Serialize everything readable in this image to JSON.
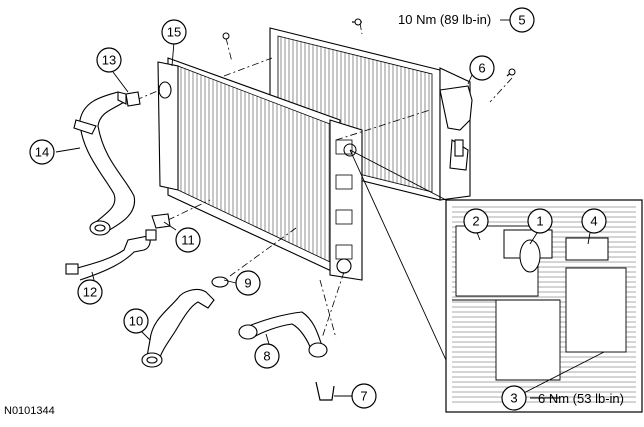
{
  "figure_code": "N0101344",
  "callouts": [
    {
      "id": "1"
    },
    {
      "id": "2"
    },
    {
      "id": "3"
    },
    {
      "id": "4"
    },
    {
      "id": "5"
    },
    {
      "id": "6"
    },
    {
      "id": "7"
    },
    {
      "id": "8"
    },
    {
      "id": "9"
    },
    {
      "id": "10"
    },
    {
      "id": "11"
    },
    {
      "id": "12"
    },
    {
      "id": "13"
    },
    {
      "id": "14"
    },
    {
      "id": "15"
    }
  ],
  "torques": {
    "upper": "10 Nm (89 lb-in)",
    "inset": "6 Nm (53 lb-in)"
  }
}
